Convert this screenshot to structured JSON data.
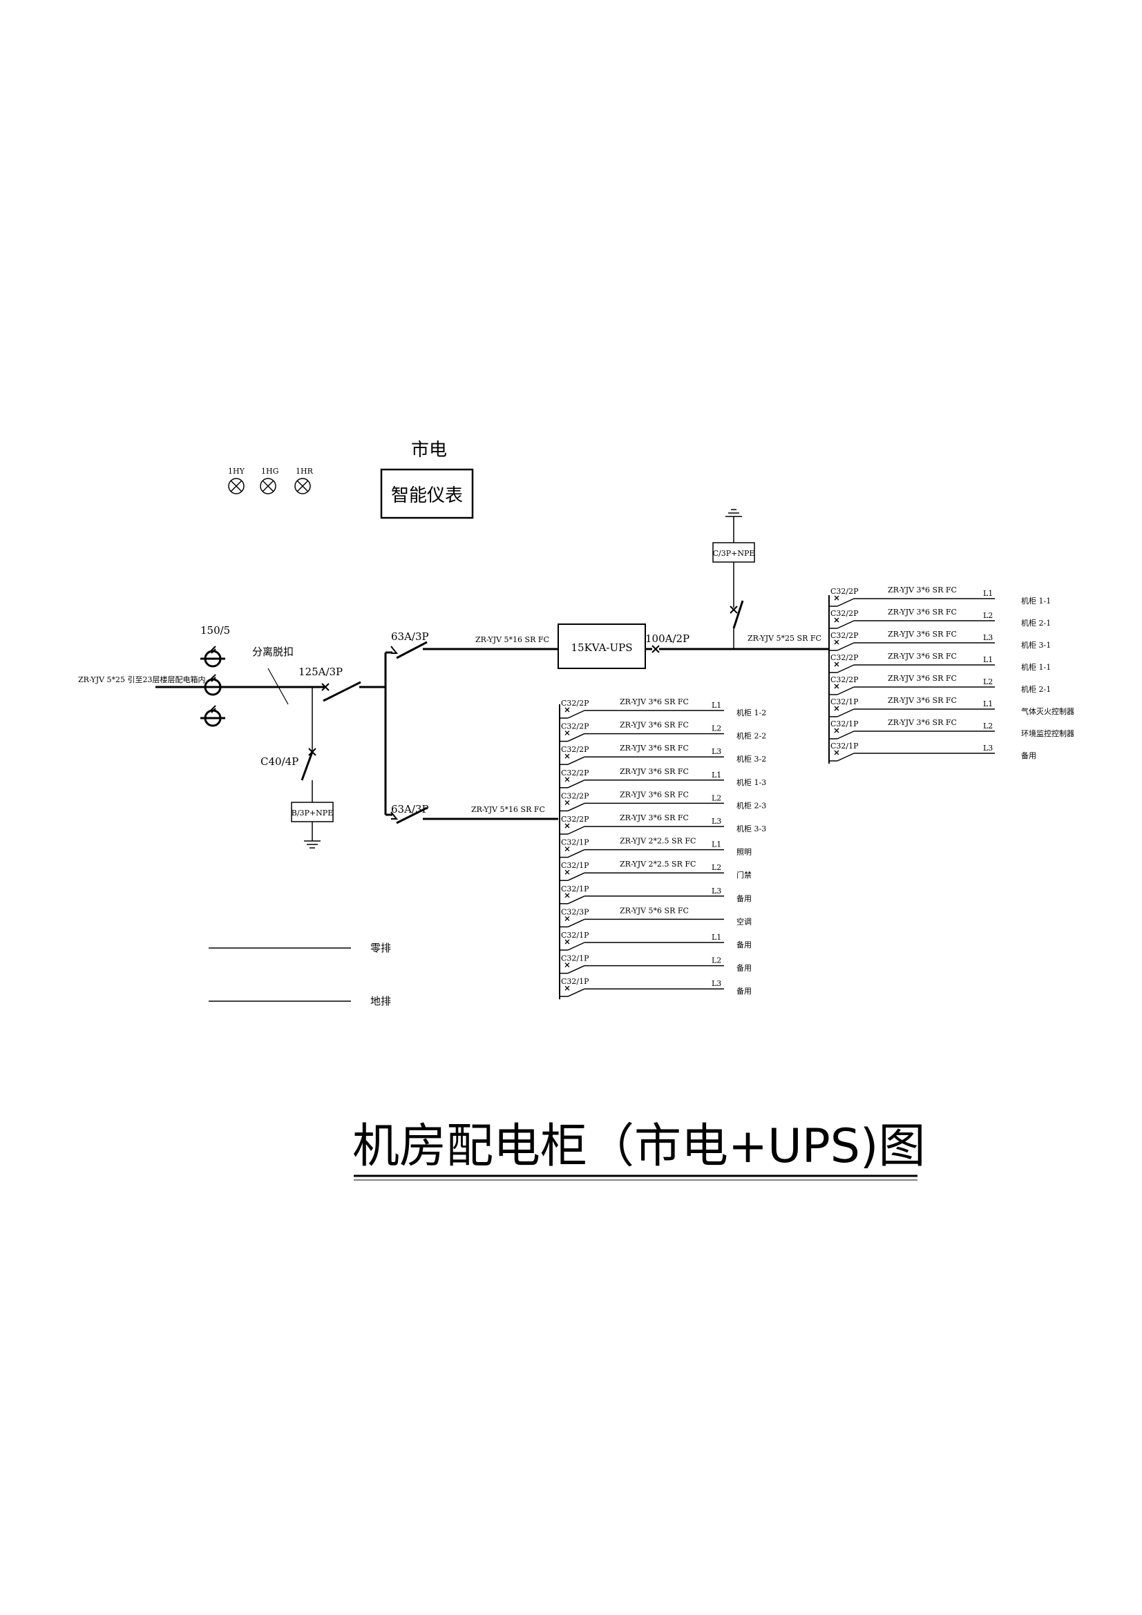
{
  "indicators": [
    {
      "label": "1HY"
    },
    {
      "label": "1HG"
    },
    {
      "label": "1HR"
    }
  ],
  "meter": {
    "caption": "市电",
    "label": "智能仪表"
  },
  "incoming": {
    "cable": "ZR-YJV 5*25 引至23层楼层配电箱内",
    "ct": "150/5",
    "isolator": "分离脱扣",
    "main_breaker": "125A/3P",
    "spd_breaker": "C40/4P",
    "spd_box": "B/3P+NPE"
  },
  "ups_feed": {
    "breaker": "63A/3P",
    "cable": "ZR-YJV 5*16 SR FC",
    "ups": "15KVA-UPS",
    "out_breaker": "100A/2P",
    "out_cable": "ZR-YJV 5*25 SR FC",
    "spd_box": "C/3P+NPE"
  },
  "mains_feed": {
    "breaker": "63A/3P",
    "cable": "ZR-YJV 5*16 SR FC"
  },
  "ups_circuits": [
    {
      "breaker": "C32/2P",
      "cable": "ZR-YJV 3*6 SR FC",
      "phase": "L1",
      "load": "机柜 1-1"
    },
    {
      "breaker": "C32/2P",
      "cable": "ZR-YJV 3*6 SR FC",
      "phase": "L2",
      "load": "机柜 2-1"
    },
    {
      "breaker": "C32/2P",
      "cable": "ZR-YJV 3*6 SR FC",
      "phase": "L3",
      "load": "机柜 3-1"
    },
    {
      "breaker": "C32/2P",
      "cable": "ZR-YJV 3*6 SR FC",
      "phase": "L1",
      "load": "机柜 1-1"
    },
    {
      "breaker": "C32/2P",
      "cable": "ZR-YJV 3*6 SR FC",
      "phase": "L2",
      "load": "机柜 2-1"
    },
    {
      "breaker": "C32/1P",
      "cable": "ZR-YJV 3*6 SR FC",
      "phase": "L1",
      "load": "气体灭火控制器"
    },
    {
      "breaker": "C32/1P",
      "cable": "ZR-YJV 3*6 SR FC",
      "phase": "L2",
      "load": "环境监控控制器"
    },
    {
      "breaker": "C32/1P",
      "cable": "",
      "phase": "L3",
      "load": "备用"
    }
  ],
  "mains_circuits": [
    {
      "breaker": "C32/2P",
      "cable": "ZR-YJV 3*6 SR FC",
      "phase": "L1",
      "load": "机柜 1-2"
    },
    {
      "breaker": "C32/2P",
      "cable": "ZR-YJV 3*6 SR FC",
      "phase": "L2",
      "load": "机柜 2-2"
    },
    {
      "breaker": "C32/2P",
      "cable": "ZR-YJV 3*6 SR FC",
      "phase": "L3",
      "load": "机柜 3-2"
    },
    {
      "breaker": "C32/2P",
      "cable": "ZR-YJV 3*6 SR FC",
      "phase": "L1",
      "load": "机柜 1-3"
    },
    {
      "breaker": "C32/2P",
      "cable": "ZR-YJV 3*6 SR FC",
      "phase": "L2",
      "load": "机柜 2-3"
    },
    {
      "breaker": "C32/2P",
      "cable": "ZR-YJV 3*6 SR FC",
      "phase": "L3",
      "load": "机柜 3-3"
    },
    {
      "breaker": "C32/1P",
      "cable": "ZR-YJV 2*2.5 SR FC",
      "phase": "L1",
      "load": "照明"
    },
    {
      "breaker": "C32/1P",
      "cable": "ZR-YJV 2*2.5 SR FC",
      "phase": "L2",
      "load": "门禁"
    },
    {
      "breaker": "C32/1P",
      "cable": "",
      "phase": "L3",
      "load": "备用"
    },
    {
      "breaker": "C32/3P",
      "cable": "ZR-YJV 5*6 SR FC",
      "phase": "",
      "load": "空调"
    },
    {
      "breaker": "C32/1P",
      "cable": "",
      "phase": "L1",
      "load": "备用"
    },
    {
      "breaker": "C32/1P",
      "cable": "",
      "phase": "L2",
      "load": "备用"
    },
    {
      "breaker": "C32/1P",
      "cable": "",
      "phase": "L3",
      "load": "备用"
    }
  ],
  "buses": {
    "neutral": "零排",
    "earth": "地排"
  },
  "title": "机房配电柜（市电+UPS)图"
}
